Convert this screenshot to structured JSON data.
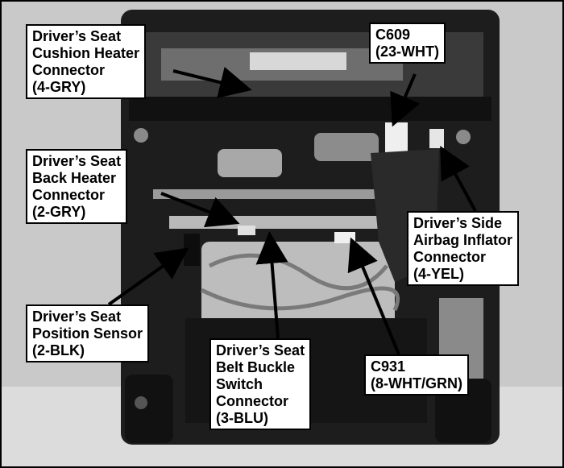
{
  "colors": {
    "frame": "#000000",
    "label_background": "#ffffff",
    "label_text": "#000000",
    "backdrop": "#c9c9c9",
    "seat_dark": "#1d1d1d"
  },
  "callouts": {
    "cushion_heater": {
      "lines": [
        "Driver’s Seat",
        "Cushion Heater",
        "Connector",
        "(4-GRY)"
      ]
    },
    "c609": {
      "lines": [
        "C609",
        "(23-WHT)"
      ]
    },
    "back_heater": {
      "lines": [
        "Driver’s Seat",
        "Back Heater",
        "Connector",
        "(2-GRY)"
      ]
    },
    "side_airbag": {
      "lines": [
        "Driver’s Side",
        "Airbag Inflator",
        "Connector",
        "(4-YEL)"
      ]
    },
    "position_sensor": {
      "lines": [
        "Driver’s Seat",
        "Position Sensor",
        "(2-BLK)"
      ]
    },
    "belt_buckle": {
      "lines": [
        "Driver’s Seat",
        "Belt Buckle",
        "Switch",
        "Connector",
        "(3-BLU)"
      ]
    },
    "c931": {
      "lines": [
        "C931",
        "(8-WHT/GRN)"
      ]
    }
  }
}
